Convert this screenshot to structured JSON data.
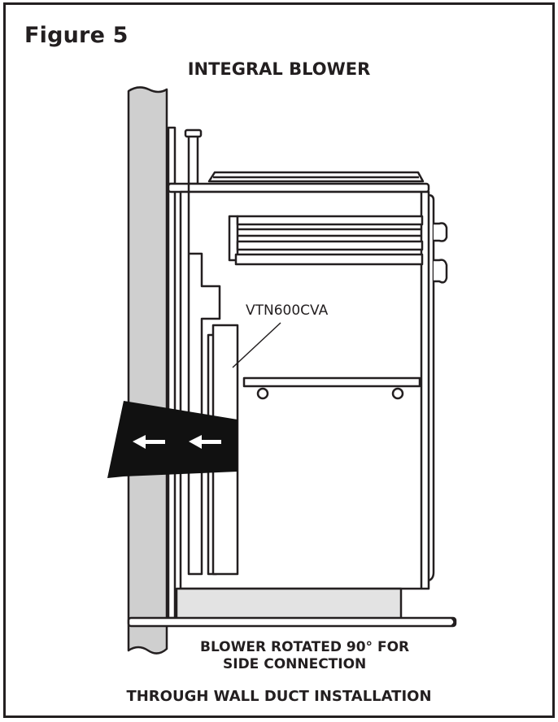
{
  "figure_label": "Figure 5",
  "title": "INTEGRAL BLOWER",
  "callout_label": "VTN600CVA",
  "caption_line1": "BLOWER ROTATED 90° FOR",
  "caption_line2": "SIDE CONNECTION",
  "caption_bottom": "THROUGH WALL DUCT INSTALLATION",
  "colors": {
    "line": "#231f20",
    "wall": "#cfcfcf",
    "duct": "#111111",
    "background": "#ffffff"
  }
}
